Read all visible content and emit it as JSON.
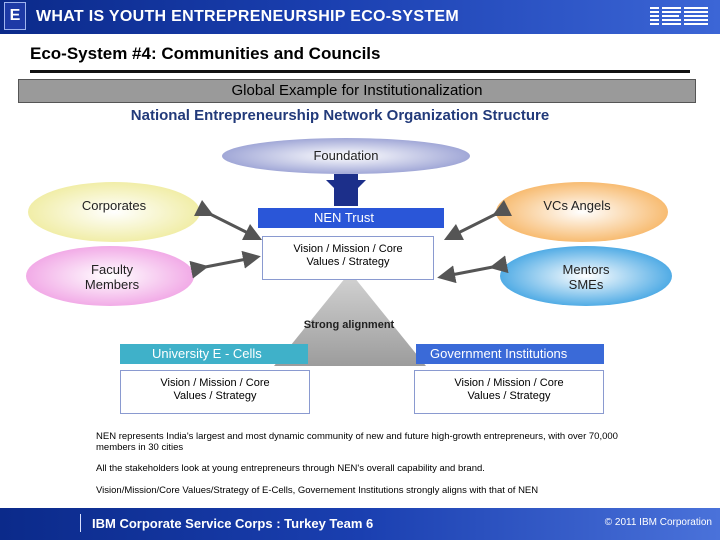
{
  "header": {
    "logo_letter": "E",
    "title": "WHAT IS YOUTH ENTREPRENEURSHIP ECO-SYSTEM",
    "brand": "IBM"
  },
  "slide": {
    "title": "Eco-System #4: Communities and Councils",
    "band": "Global Example for Institutionalization",
    "subtitle": "National Entrepreneurship Network Organization Structure"
  },
  "diagram": {
    "foundation": "Foundation",
    "corporates": "Corporates",
    "vcs_angels": "VCs Angels",
    "faculty": "Faculty Members",
    "mentors": "Mentors SMEs",
    "nen_trust": "NEN Trust",
    "nen_values": "Vision / Mission / Core Values / Strategy",
    "alignment": "Strong alignment",
    "university_title": "University E - Cells",
    "university_body": "Vision / Mission / Core Values / Strategy",
    "government_title": "Government Institutions",
    "government_body": "Vision / Mission / Core Values / Strategy"
  },
  "notes": [
    "NEN represents India's largest and most dynamic community of new and future high-growth entrepreneurs, with over 70,000 members in 30 cities",
    "All the stakeholders look at young entrepreneurs through NEN's overall capability and brand.",
    "Vision/Mission/Core Values/Strategy of E-Cells, Governement Institutions strongly aligns with that of NEN"
  ],
  "footer": {
    "left": "IBM Corporate Service Corps : Turkey Team 6",
    "right": "© 2011 IBM Corporation"
  },
  "colors": {
    "header_blue": "#1a3fb0",
    "foundation": "#8e96cf",
    "corporates": "#f2f0a8",
    "vcs_angels": "#f7b866",
    "faculty": "#f2a6e6",
    "mentors": "#3aa3e3",
    "nen_trust_bar": "#2a56d8",
    "university_bar": "#3fb1c9",
    "government_bar": "#3a6ad8"
  }
}
